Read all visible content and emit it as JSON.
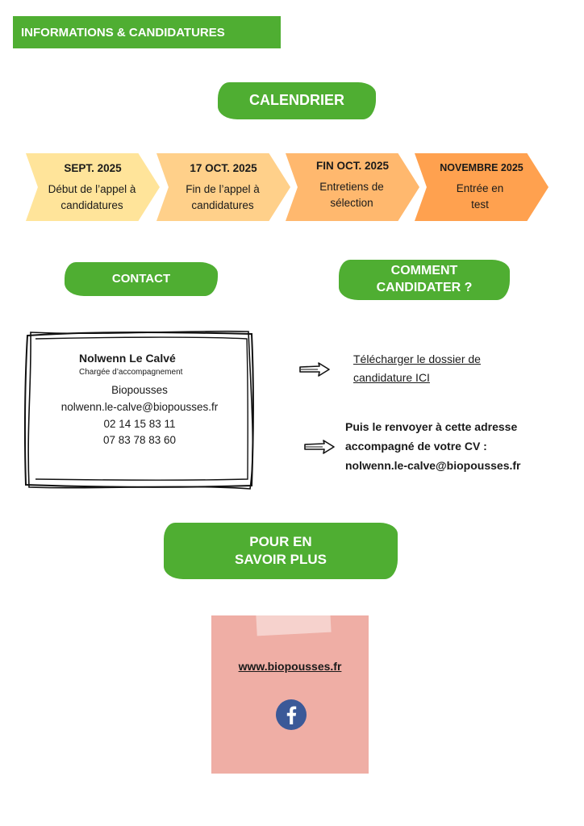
{
  "header": {
    "title": "INFORMATIONS & CANDIDATURES"
  },
  "calendar": {
    "title": "CALENDRIER",
    "steps": [
      {
        "date": "SEPT. 2025",
        "desc": "Début de l’appel à candidatures",
        "color": "#ffe49a"
      },
      {
        "date": "17 OCT. 2025",
        "desc": "Fin de l’appel à candidatures",
        "color": "#ffd08a"
      },
      {
        "date": "FIN OCT. 2025",
        "desc": "Entretiens de sélection",
        "color": "#ffb86e"
      },
      {
        "date": "NOVEMBRE 2025",
        "desc": "Entrée en test",
        "color": "#ffa14f"
      }
    ]
  },
  "contact": {
    "title": "CONTACT",
    "name": "Nolwenn Le Calvé",
    "role": "Chargée d’accompagnement",
    "org": "Biopousses",
    "email": "nolwenn.le-calve@biopousses.fr",
    "phone1": "02 14 15 83 11",
    "phone2": "07 83 78 83 60"
  },
  "apply": {
    "title_line1": "COMMENT",
    "title_line2": "CANDIDATER ?",
    "step1": "Télécharger le dossier de candidature ICI",
    "step2_line1": "Puis le renvoyer à cette adresse",
    "step2_line2": "accompagné de votre CV :",
    "step2_line3": "nolwenn.le-calve@biopousses.fr"
  },
  "more": {
    "title_line1": "POUR EN",
    "title_line2": "SAVOIR PLUS",
    "website": "www.biopousses.fr",
    "social_icon": "facebook-icon"
  },
  "colors": {
    "accent_green": "#4fae32",
    "note_pink": "#efaea5",
    "facebook_blue": "#3b5998"
  }
}
